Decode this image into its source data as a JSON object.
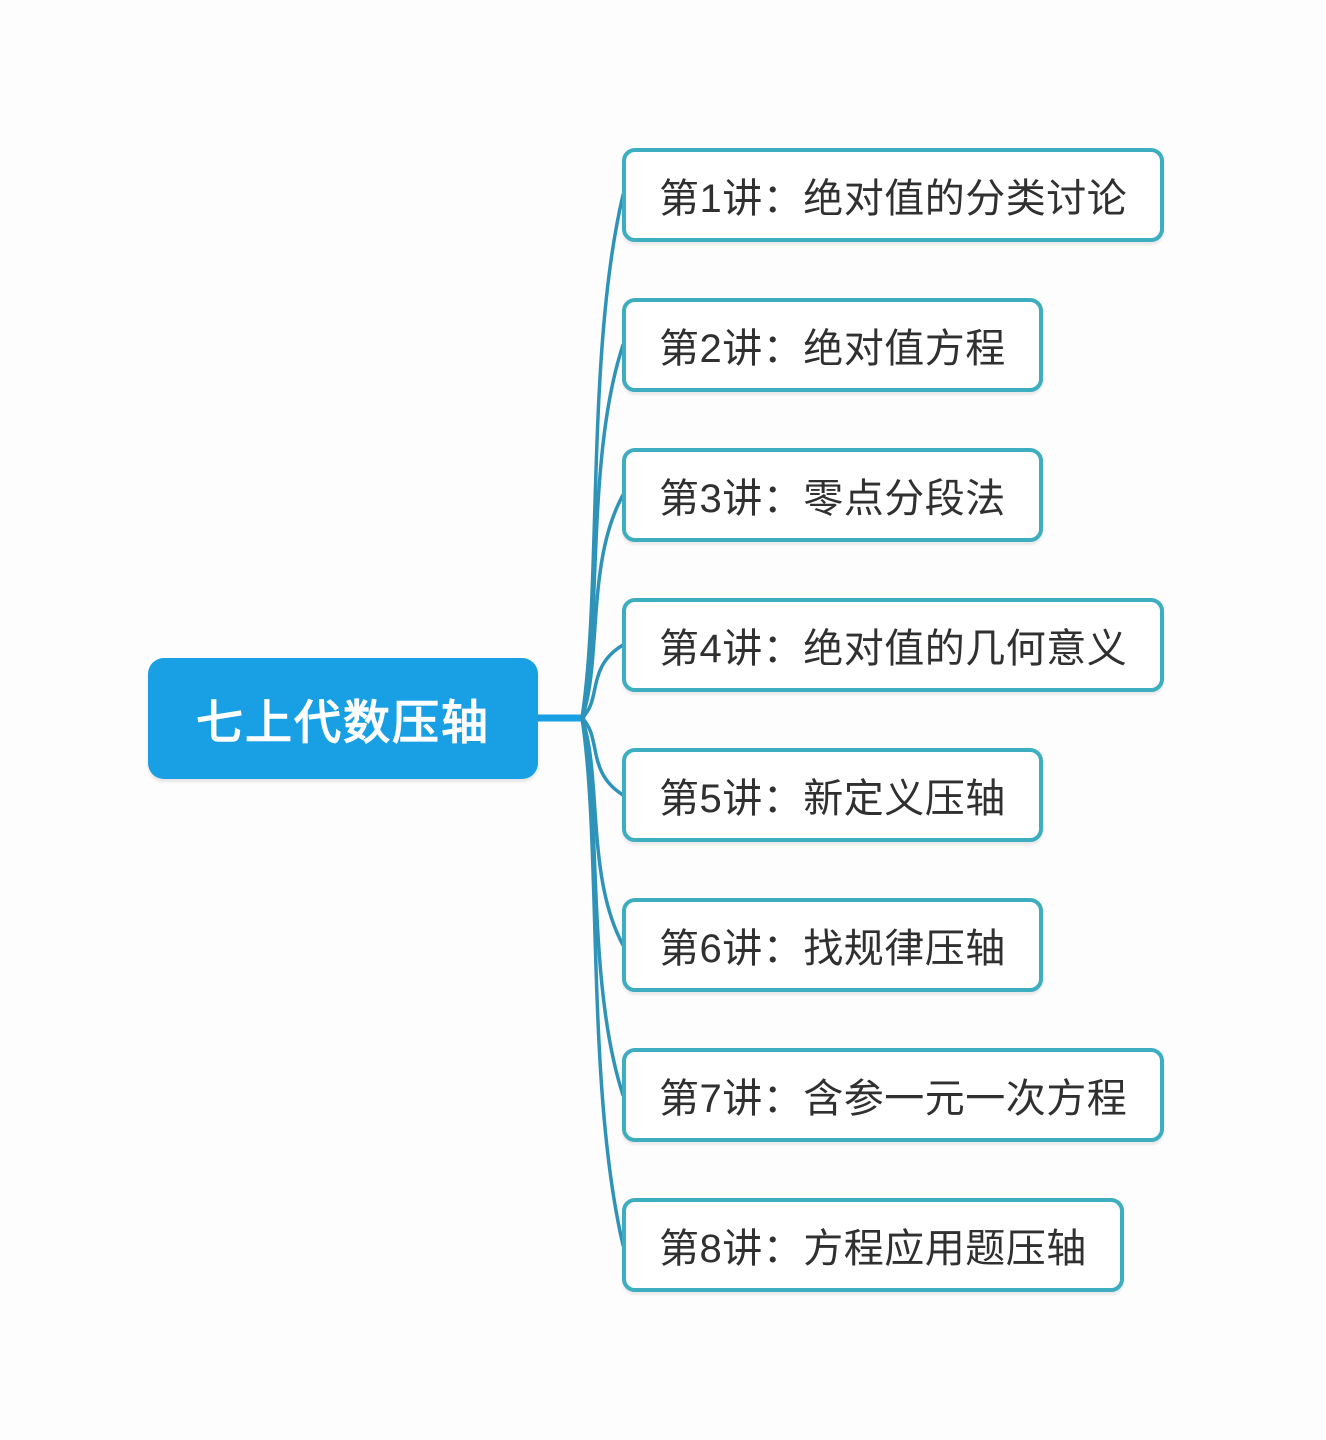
{
  "page": {
    "background": "#fdfdfd"
  },
  "diagram": {
    "type": "mindmap",
    "root": {
      "label": "七上代数压轴"
    },
    "branches": [
      {
        "label": "第1讲：绝对值的分类讨论"
      },
      {
        "label": "第2讲：绝对值方程"
      },
      {
        "label": "第3讲：零点分段法"
      },
      {
        "label": "第4讲：绝对值的几何意义"
      },
      {
        "label": "第5讲：新定义压轴"
      },
      {
        "label": "第6讲：找规律压轴"
      },
      {
        "label": "第7讲：含参一元一次方程"
      },
      {
        "label": "第8讲：方程应用题压轴"
      }
    ],
    "colors": {
      "root_fill": "#189fe4",
      "root_text": "#ffffff",
      "branch_border": "#3dadc0",
      "branch_fill": "#ffffff",
      "branch_text": "#303030",
      "connector": "#2f93b8"
    }
  }
}
